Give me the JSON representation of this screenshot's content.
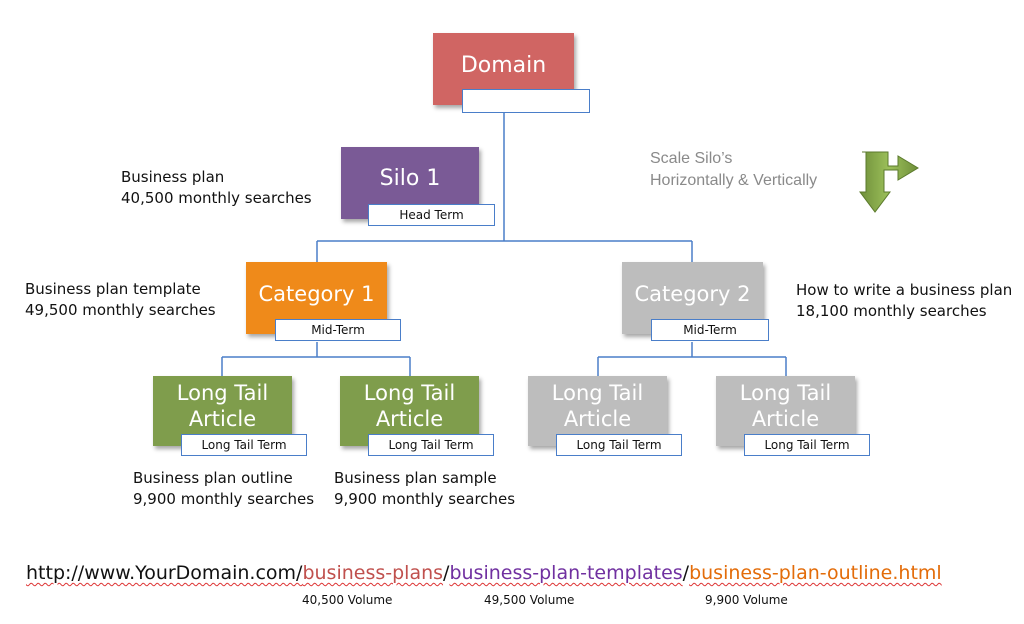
{
  "colors": {
    "domain": "#d06563",
    "silo": "#7a5a96",
    "category1": "#ef8a1a",
    "category2": "#bdbdbd",
    "longtail_active": "#7f9d4c",
    "longtail_inactive": "#bdbdbd",
    "connector": "#4a7ec9",
    "arrow": "#8db04c",
    "url_domain": "#111111",
    "url_seg1": "#c0504d",
    "url_seg2": "#7030a0",
    "url_seg3": "#e36c09"
  },
  "nodes": {
    "domain": {
      "title": "Domain",
      "tag": ""
    },
    "silo1": {
      "title": "Silo 1",
      "tag": "Head Term"
    },
    "category1": {
      "title": "Category 1",
      "tag": "Mid-Term"
    },
    "category2": {
      "title": "Category 2",
      "tag": "Mid-Term"
    },
    "longtail": [
      {
        "title": "Long Tail Article",
        "tag": "Long Tail Term"
      },
      {
        "title": "Long Tail Article",
        "tag": "Long Tail Term"
      },
      {
        "title": "Long Tail Article",
        "tag": "Long Tail Term"
      },
      {
        "title": "Long Tail Article",
        "tag": "Long Tail Term"
      }
    ]
  },
  "notes": {
    "silo1": {
      "line1": "Business plan",
      "line2": "40,500 monthly searches"
    },
    "category1": {
      "line1": "Business plan template",
      "line2": "49,500 monthly searches"
    },
    "category2": {
      "line1": "How to write a business plan",
      "line2": "18,100 monthly searches"
    },
    "outline": {
      "line1": "Business plan outline",
      "line2": "9,900 monthly searches"
    },
    "sample": {
      "line1": "Business plan sample",
      "line2": "9,900 monthly searches"
    }
  },
  "scale_note": {
    "line1": "Scale Silo’s",
    "line2": "Horizontally & Vertically"
  },
  "scale_arrow_icon": "right-angle-arrow-icon",
  "url": {
    "domain": "http://www.YourDomain.com/",
    "seg1": "business-plans",
    "slash1": "/",
    "seg2": "business-plan-templates",
    "slash2": "/",
    "seg3": "business-plan-outline.html"
  },
  "volumes": [
    "40,500 Volume",
    "49,500 Volume",
    "9,900 Volume"
  ]
}
